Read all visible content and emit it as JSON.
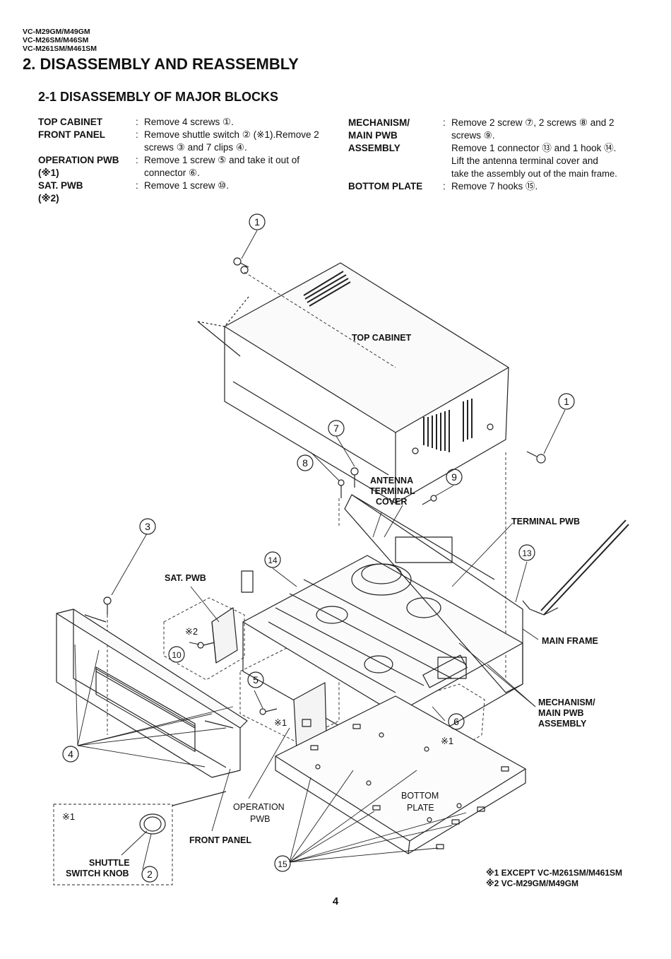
{
  "header": {
    "models": [
      "VC-M29GM/M49GM",
      "VC-M26SM/M46SM",
      "VC-M261SM/M461SM"
    ],
    "title": "2. DISASSEMBLY AND REASSEMBLY",
    "subtitle": "2-1 DISASSEMBLY OF MAJOR BLOCKS"
  },
  "procedures_left": {
    "top_cabinet": {
      "label": "TOP CABINET",
      "text": "Remove 4 screws ①."
    },
    "front_panel": {
      "label": "FRONT PANEL",
      "line1": "Remove shuttle switch ② (※1).Remove 2",
      "line2": "screws ③ and 7 clips ④."
    },
    "operation_pwb": {
      "label": "OPERATION PWB",
      "note": "(※1)",
      "line1": "Remove 1 screw ⑤ and take it out of",
      "line2": "connector ⑥."
    },
    "sat_pwb": {
      "label": "SAT. PWB",
      "note": "(※2)",
      "text": "Remove 1 screw ⑩."
    }
  },
  "procedures_right": {
    "mechanism": {
      "label1": "MECHANISM/",
      "label2": "MAIN PWB",
      "label3": "ASSEMBLY",
      "line1": "Remove 2 screw ⑦, 2 screws ⑧ and 2",
      "line2": "screws ⑨.",
      "line3": "Remove 1 connector ⑬ and 1 hook ⑭.",
      "line4": "Lift the antenna terminal cover and",
      "line5": "take the assembly out of the main frame."
    },
    "bottom_plate": {
      "label": "BOTTOM PLATE",
      "text": "Remove 7 hooks ⑮."
    }
  },
  "colon": ":",
  "diagram": {
    "labels": {
      "top_cabinet": "TOP CABINET",
      "antenna1": "ANTENNA",
      "antenna2": "TERMINAL",
      "antenna3": "COVER",
      "terminal_pwb": "TERMINAL PWB",
      "sat_pwb": "SAT. PWB",
      "main_frame": "MAIN FRAME",
      "mech1": "MECHANISM/",
      "mech2": "MAIN PWB",
      "mech3": "ASSEMBLY",
      "bottom1": "BOTTOM",
      "bottom2": "PLATE",
      "oper1": "OPERATION",
      "oper2": "PWB",
      "front_panel": "FRONT PANEL",
      "shuttle1": "SHUTTLE",
      "shuttle2": "SWITCH KNOB",
      "note1": "※1",
      "note2": "※2"
    },
    "callouts": {
      "c1": "1",
      "c2": "2",
      "c3": "3",
      "c4": "4",
      "c5": "5",
      "c6": "6",
      "c7": "7",
      "c8": "8",
      "c9": "9",
      "c10": "10",
      "c13": "13",
      "c14": "14",
      "c15": "15"
    }
  },
  "footnotes": {
    "f1": "※1  EXCEPT VC-M261SM/M461SM",
    "f2": "※2  VC-M29GM/M49GM"
  },
  "page_number": "4"
}
